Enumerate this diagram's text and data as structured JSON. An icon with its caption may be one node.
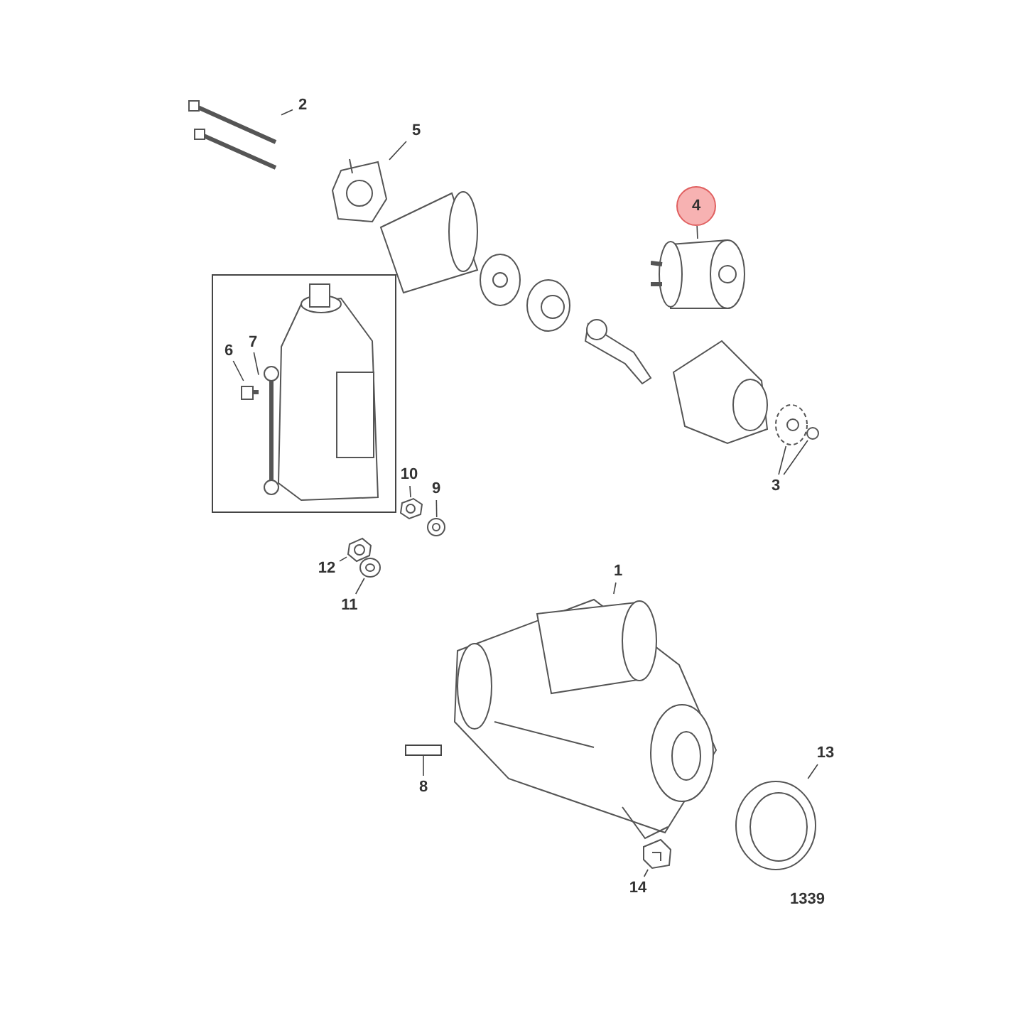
{
  "diagram": {
    "nodes": [
      {
        "text": [
          "2"
        ]
      },
      {
        "text": [],
        "shape": "picture"
      },
      {
        "text": [
          "5"
        ]
      },
      {
        "text": [],
        "shape": "picture"
      },
      {
        "text": [
          "4"
        ]
      },
      {
        "text": [],
        "shape": "cylinder"
      },
      {
        "text": [],
        "shape": "box"
      },
      {
        "text": [
          "7"
        ],
        "in": 6
      },
      {
        "text": [],
        "shape": "picture",
        "in": 6
      },
      {
        "text": [
          "6"
        ],
        "in": 6
      },
      {
        "text": [],
        "shape": "picture",
        "in": 6
      },
      {
        "text": [
          "3"
        ]
      },
      {
        "text": [],
        "shape": "picture"
      },
      {
        "text": [],
        "shape": "circle"
      },
      {
        "text": [
          "10"
        ]
      },
      {
        "text": [],
        "shape": "picture"
      },
      {
        "text": [
          "9"
        ]
      },
      {
        "text": [],
        "shape": "picture"
      },
      {
        "text": [
          "12"
        ]
      },
      {
        "text": [],
        "shape": "picture"
      },
      {
        "text": [
          "11"
        ]
      },
      {
        "text": [],
        "shape": "picture"
      },
      {
        "text": [
          "1"
        ]
      },
      {
        "text": [],
        "shape": "picture"
      },
      {
        "text": [
          "13"
        ]
      },
      {
        "text": [],
        "shape": "picture"
      },
      {
        "text": [
          "8"
        ]
      },
      {
        "text": [],
        "shape": "box"
      },
      {
        "text": [
          "14"
        ]
      },
      {
        "text": [],
        "shape": "picture"
      }
    ],
    "edges": [
      {
        "from": 0,
        "to": 1,
        "arrow": "none"
      },
      {
        "from": 2,
        "to": 3,
        "arrow": "none"
      },
      {
        "from": 4,
        "to": 5,
        "arrow": "none"
      },
      {
        "from": 7,
        "to": 8,
        "arrow": "none"
      },
      {
        "from": 9,
        "to": 10,
        "arrow": "none"
      },
      {
        "from": 11,
        "to": 12,
        "arrow": "none"
      },
      {
        "from": 11,
        "to": 13,
        "arrow": "none"
      },
      {
        "from": 14,
        "to": 15,
        "arrow": "none"
      },
      {
        "from": 16,
        "to": 17,
        "arrow": "none"
      },
      {
        "from": 18,
        "to": 19,
        "arrow": "none"
      },
      {
        "from": 20,
        "to": 21,
        "arrow": "none"
      },
      {
        "from": 22,
        "to": 23,
        "arrow": "none"
      },
      {
        "from": 24,
        "to": 25,
        "arrow": "none"
      },
      {
        "from": 26,
        "to": 27,
        "arrow": "none"
      },
      {
        "from": 28,
        "to": 29,
        "arrow": "none"
      }
    ],
    "labels": [
      "1339"
    ]
  }
}
